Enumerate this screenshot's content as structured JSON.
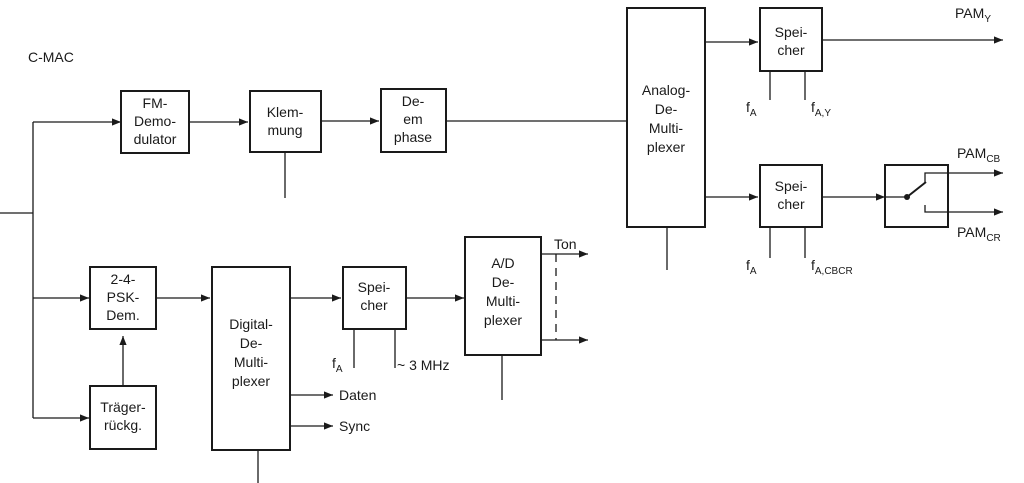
{
  "title": "C-MAC",
  "blocks": {
    "fm_demod": [
      "FM-",
      "Demo-",
      "dulator"
    ],
    "klemmung": [
      "Klem-",
      "mung"
    ],
    "deemphase": [
      "De-",
      "em",
      "phase"
    ],
    "analog_demux": [
      "Analog-",
      "De-",
      "Multi-",
      "plexer"
    ],
    "speicher_y": [
      "Spei-",
      "cher"
    ],
    "speicher_cbcr": [
      "Spei-",
      "cher"
    ],
    "psk_dem": [
      "2-4-",
      "PSK-",
      "Dem."
    ],
    "traeger": [
      "Träger-",
      "rückg."
    ],
    "digital_demux": [
      "Digital-",
      "De-",
      "Multi-",
      "plexer"
    ],
    "speicher_ton": [
      "Spei-",
      "cher"
    ],
    "ad_demux": [
      "A/D",
      "De-",
      "Multi-",
      "plexer"
    ]
  },
  "labels": {
    "pam_y": "PAM",
    "pam_y_sub": "Y",
    "pam_cb": "PAM",
    "pam_cb_sub": "CB",
    "pam_cr": "PAM",
    "pam_cr_sub": "CR",
    "f": "f",
    "fa_sub": "A",
    "fay_sub": "A,Y",
    "facbcr_sub": "A,CBCR",
    "mhz": "~ 3 MHz",
    "ton": "Ton",
    "daten": "Daten",
    "sync": "Sync"
  }
}
